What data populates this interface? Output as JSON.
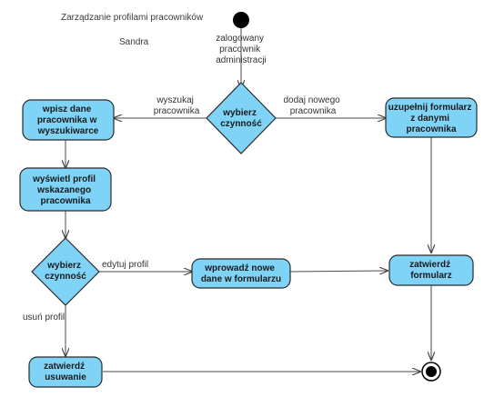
{
  "diagram": {
    "title": "Zarządzanie profilami pracowników",
    "subtitle": "Sandra",
    "colors": {
      "node_fill": "#7fd3f7",
      "node_stroke": "#2a2a2a",
      "edge": "#4a4a4a",
      "start": "#000000"
    },
    "start_label": [
      "zalogowany",
      "pracownik",
      "administracji"
    ],
    "decision1": [
      "wybierz",
      "czynność"
    ],
    "decision2": [
      "wybierz",
      "czynność"
    ],
    "node_wpisz": [
      "wpisz dane",
      "pracownika w",
      "wyszukiwarce"
    ],
    "node_wyswietl": [
      "wyświetl profil",
      "wskazanego",
      "pracownika"
    ],
    "node_uzupelnij": [
      "uzupełnij formularz",
      "z danymi",
      "pracownika"
    ],
    "node_wprowadz": [
      "wprowadź nowe",
      "dane w formularzu"
    ],
    "node_zatw_form": [
      "zatwierdź",
      "formularz"
    ],
    "node_zatw_usuw": [
      "zatwierdź",
      "usuwanie"
    ],
    "edge_wyszukaj": [
      "wyszukaj",
      "pracownika"
    ],
    "edge_dodaj": [
      "dodaj nowego",
      "pracownika"
    ],
    "edge_edytuj": "edytuj profil",
    "edge_usun": "usuń profil"
  }
}
